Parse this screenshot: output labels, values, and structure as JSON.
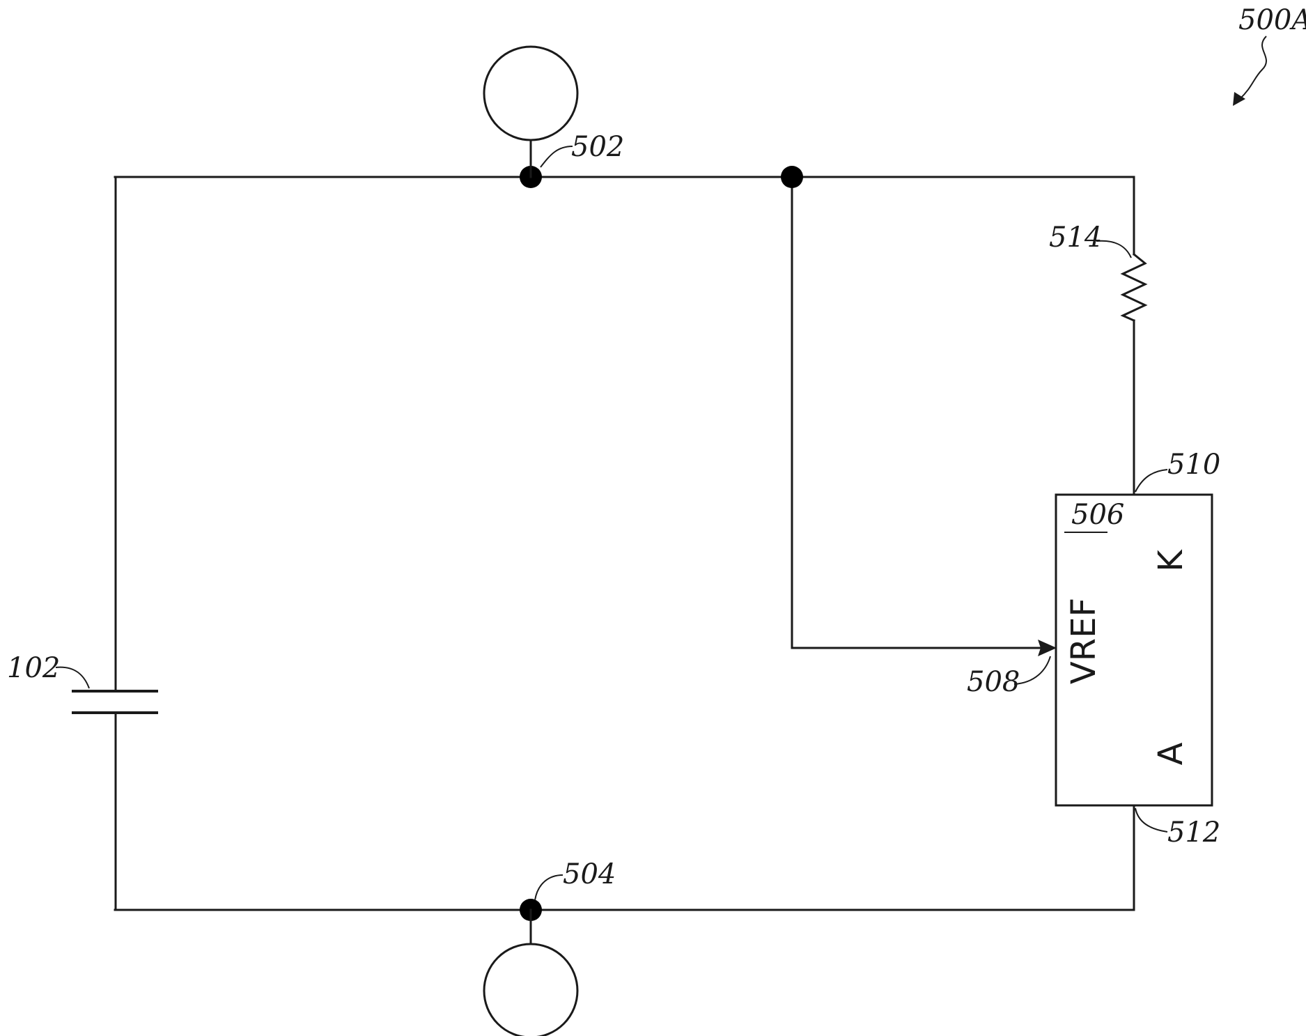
{
  "figure": {
    "label": "500A"
  },
  "nodes": {
    "top_node_label": "502",
    "bottom_node_label": "504"
  },
  "components": {
    "capacitor_label": "102",
    "resistor_label": "514",
    "regulator": {
      "label": "506",
      "vref_pin_label": "508",
      "cathode_terminal_label": "510",
      "anode_terminal_label": "512",
      "pin_vref": "VREF",
      "pin_k": "K",
      "pin_a": "A"
    }
  }
}
